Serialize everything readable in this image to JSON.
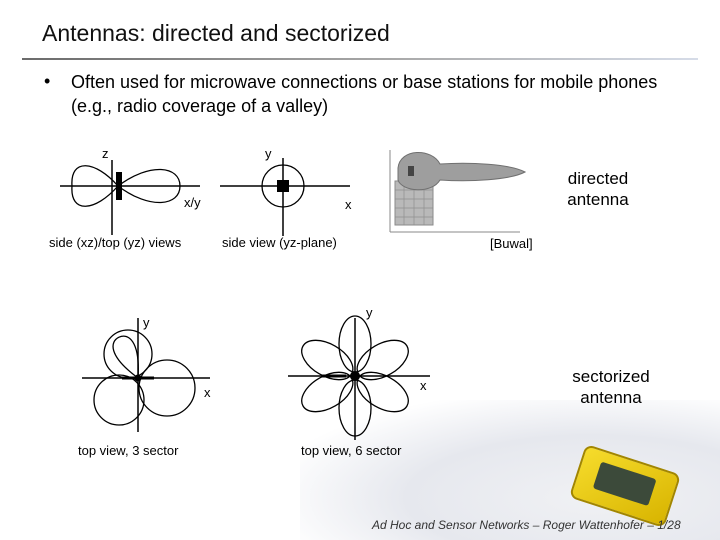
{
  "slide": {
    "title": "Antennas: directed and sectorized",
    "bullet_marker": "•",
    "bullet_text": "Often used for microwave connections or base stations for mobile phones (e.g., radio coverage of a valley)"
  },
  "diagrams": {
    "side_view": {
      "axis_top": "z",
      "axis_right": "x/y",
      "caption": "side (xz)/top (yz) views"
    },
    "front_view": {
      "axis_top": "y",
      "axis_right": "x",
      "caption": "side view (yz-plane)"
    },
    "plot_credit": "[Buwal]",
    "directed_label": "directed antenna",
    "sector3": {
      "axis_top": "y",
      "axis_right": "x",
      "caption": "top view, 3 sector"
    },
    "sector6": {
      "axis_top": "y",
      "axis_right": "x",
      "caption": "top view, 6 sector"
    },
    "sectorized_label": "sectorized antenna"
  },
  "footer": {
    "text": "Ad Hoc and Sensor Networks – Roger Wattenhofer – 1/28"
  },
  "colors": {
    "accent": "#2e2e2e",
    "device": "#f6dc2c",
    "snow": "#e9ebf0"
  }
}
